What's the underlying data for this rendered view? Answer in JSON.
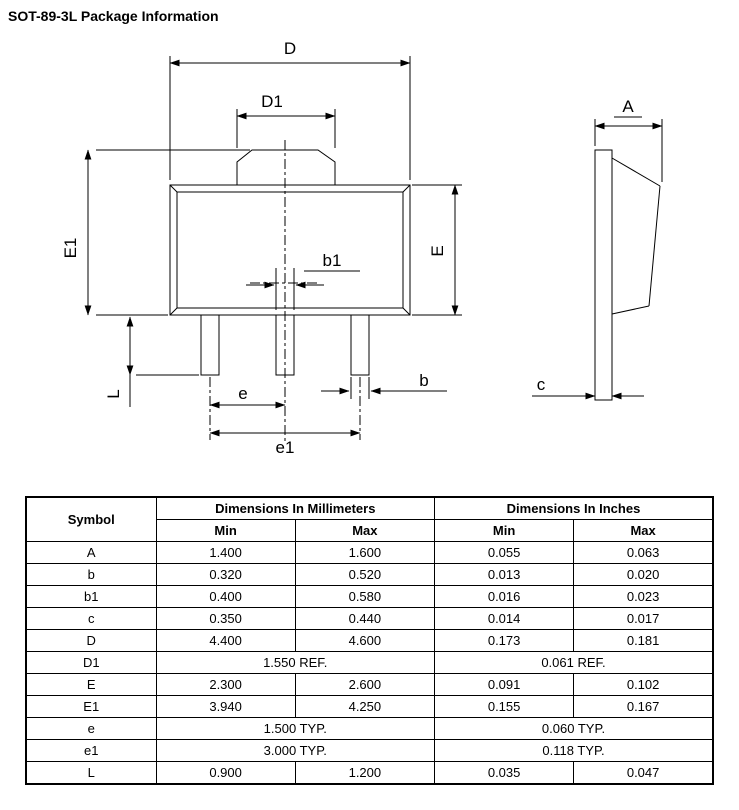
{
  "page": {
    "title": "SOT-89-3L Package Information"
  },
  "diagram": {
    "labels": {
      "D": "D",
      "D1": "D1",
      "A": "A",
      "E1": "E1",
      "E": "E",
      "b1": "b1",
      "b": "b",
      "e": "e",
      "e1": "e1",
      "L": "L",
      "c": "c"
    }
  },
  "table": {
    "headers": {
      "symbol": "Symbol",
      "mm": "Dimensions In Millimeters",
      "inches": "Dimensions In Inches",
      "min": "Min",
      "max": "Max"
    },
    "rows": [
      {
        "symbol": "A",
        "mm_min": "1.400",
        "mm_max": "1.600",
        "in_min": "0.055",
        "in_max": "0.063"
      },
      {
        "symbol": "b",
        "mm_min": "0.320",
        "mm_max": "0.520",
        "in_min": "0.013",
        "in_max": "0.020"
      },
      {
        "symbol": "b1",
        "mm_min": "0.400",
        "mm_max": "0.580",
        "in_min": "0.016",
        "in_max": "0.023"
      },
      {
        "symbol": "c",
        "mm_min": "0.350",
        "mm_max": "0.440",
        "in_min": "0.014",
        "in_max": "0.017"
      },
      {
        "symbol": "D",
        "mm_min": "4.400",
        "mm_max": "4.600",
        "in_min": "0.173",
        "in_max": "0.181"
      },
      {
        "symbol": "D1",
        "mm": "1.550 REF.",
        "in": "0.061 REF."
      },
      {
        "symbol": "E",
        "mm_min": "2.300",
        "mm_max": "2.600",
        "in_min": "0.091",
        "in_max": "0.102"
      },
      {
        "symbol": "E1",
        "mm_min": "3.940",
        "mm_max": "4.250",
        "in_min": "0.155",
        "in_max": "0.167"
      },
      {
        "symbol": "e",
        "mm": "1.500 TYP.",
        "in": "0.060 TYP."
      },
      {
        "symbol": "e1",
        "mm": "3.000 TYP.",
        "in": "0.118 TYP."
      },
      {
        "symbol": "L",
        "mm_min": "0.900",
        "mm_max": "1.200",
        "in_min": "0.035",
        "in_max": "0.047"
      }
    ]
  }
}
